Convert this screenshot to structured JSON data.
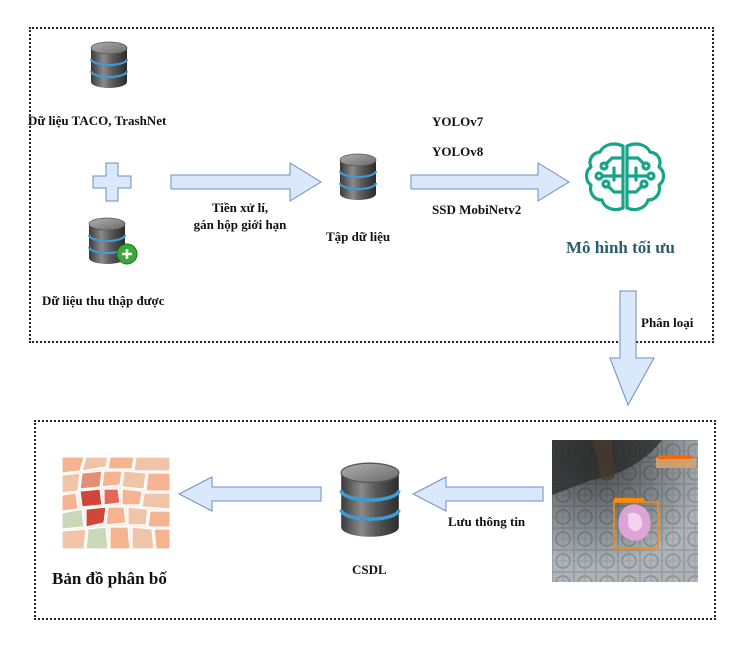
{
  "top_panel": {
    "source1_label": "Dữ liệu TACO, TrashNet",
    "source2_label": "Dữ liệu thu thập được",
    "preprocess_label_line1": "Tiền xử lí,",
    "preprocess_label_line2": "gán hộp giới hạn",
    "dataset_label": "Tập dữ liệu",
    "models": [
      "YOLOv7",
      "YOLOv8",
      "SSD MobiNetv2"
    ],
    "optimal_model_label": "Mô hình tối ưu",
    "ai_icon_color": "#17a589"
  },
  "classify_label": "Phân loại",
  "bottom_panel": {
    "store_info_label": "Lưu thông tin",
    "database_label": "CSDL",
    "map_label": "Bản đồ phân bố"
  },
  "colors": {
    "arrow_fill": "#dae8fc",
    "arrow_stroke": "#6c8ebf",
    "db_dark": "#4d4d4d",
    "db_accent": "#3d9bd6",
    "plus_green": "#3aa83a"
  }
}
